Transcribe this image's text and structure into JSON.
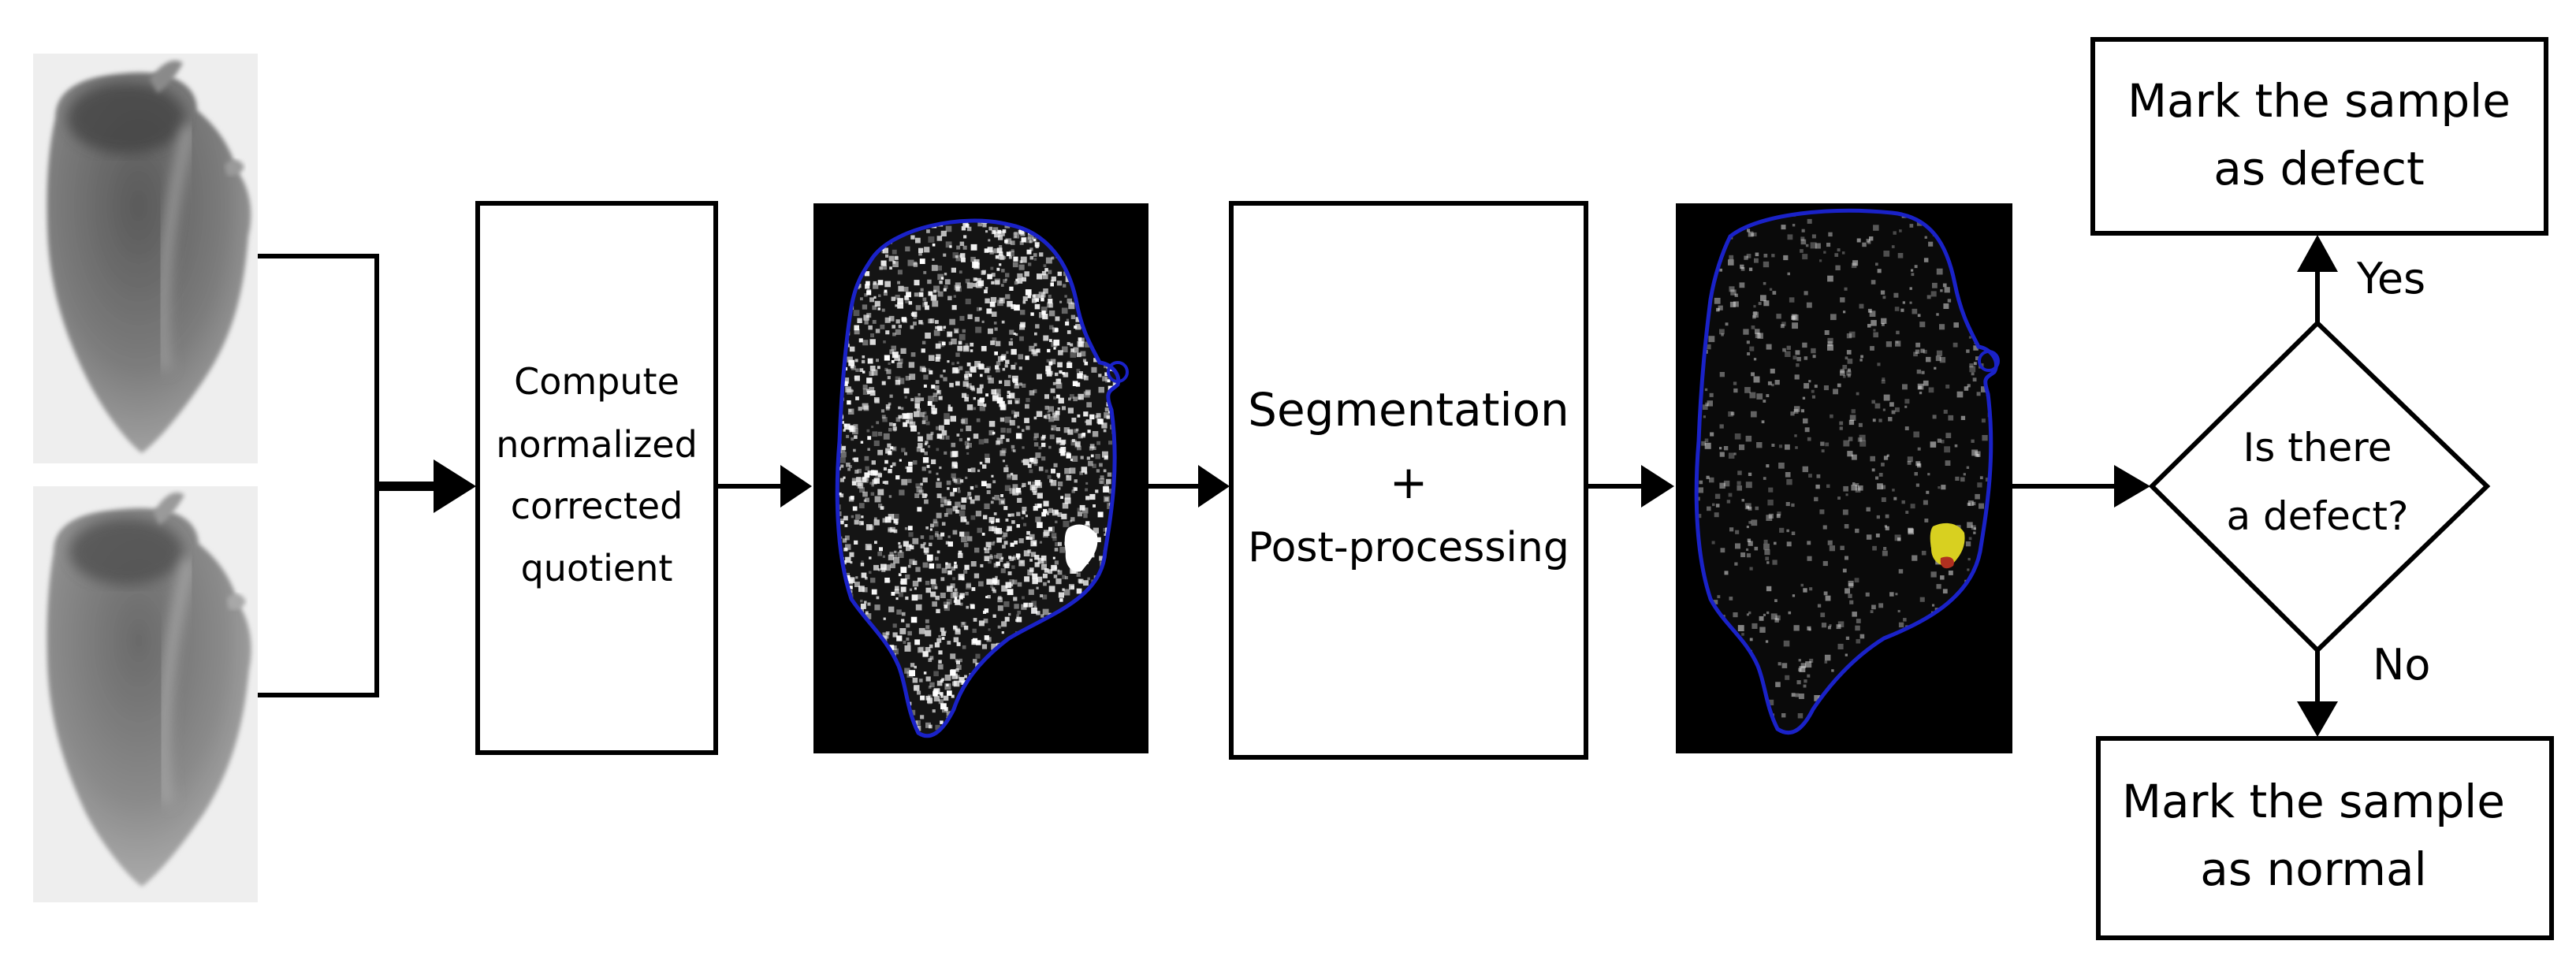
{
  "steps": {
    "compute": [
      "Compute",
      "normalized",
      "corrected",
      "quotient"
    ],
    "segmentation": [
      "Segmentation",
      "+",
      "Post-processing"
    ],
    "decision": [
      "Is there",
      "a defect?"
    ],
    "defect_box": [
      "Mark the sample",
      "as defect"
    ],
    "normal_box": [
      "Mark the sample",
      "as normal"
    ]
  },
  "branches": {
    "yes": "Yes",
    "no": "No"
  },
  "colors": {
    "contour": "#1a22c8",
    "defect_white": "#ffffff",
    "defect_overlay": "#d8d020",
    "defect_red": "#b03020",
    "xray_bg": "#eeeeee"
  }
}
